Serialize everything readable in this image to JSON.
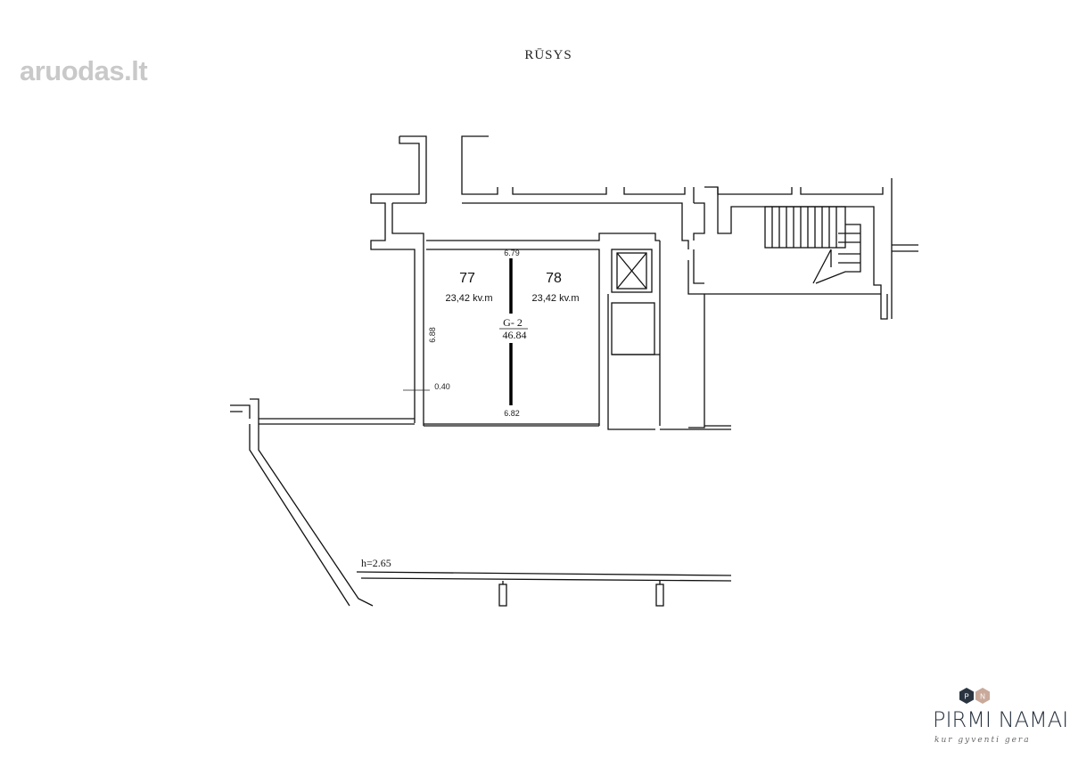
{
  "watermark": {
    "text": "aruodas",
    "suffix": ".lt"
  },
  "plan": {
    "title": "RŪSYS",
    "rooms": [
      {
        "number": "77",
        "area": "23,42 kv.m"
      },
      {
        "number": "78",
        "area": "23,42 kv.m"
      }
    ],
    "dimensions": {
      "top_width": "6.79",
      "bottom_width": "6.82",
      "height": "6.88",
      "wall_thickness": "0.40",
      "ceiling_height": "h=2.65"
    },
    "group_label": {
      "code": "G- 2",
      "area": "46.84"
    }
  },
  "branding": {
    "name": "PIRMI NAMAI",
    "tagline": "kur gyventi gera",
    "logo_letters": [
      "P",
      "N"
    ],
    "colors": {
      "dark": "#2a3440",
      "accent": "#c9a99a"
    }
  }
}
